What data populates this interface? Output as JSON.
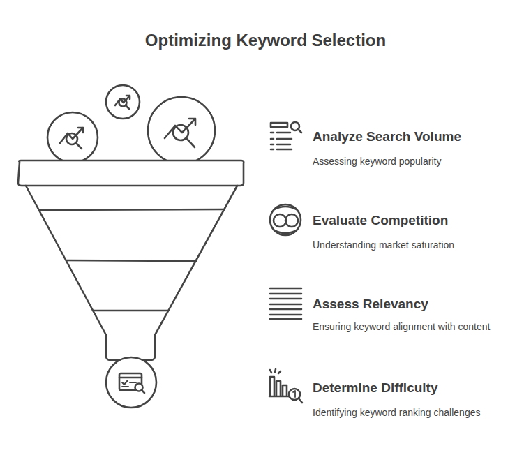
{
  "diagram": {
    "title": "Optimizing Keyword Selection",
    "labels": [
      "Analyze Search Volume",
      "Assessing keyword popularity",
      "Evaluate Competition",
      "Understanding market saturation",
      "Assess Relevancy",
      "Ensuring keyword alignment with content",
      "Determine Difficulty",
      "Identifying keyword ranking challenges"
    ]
  }
}
